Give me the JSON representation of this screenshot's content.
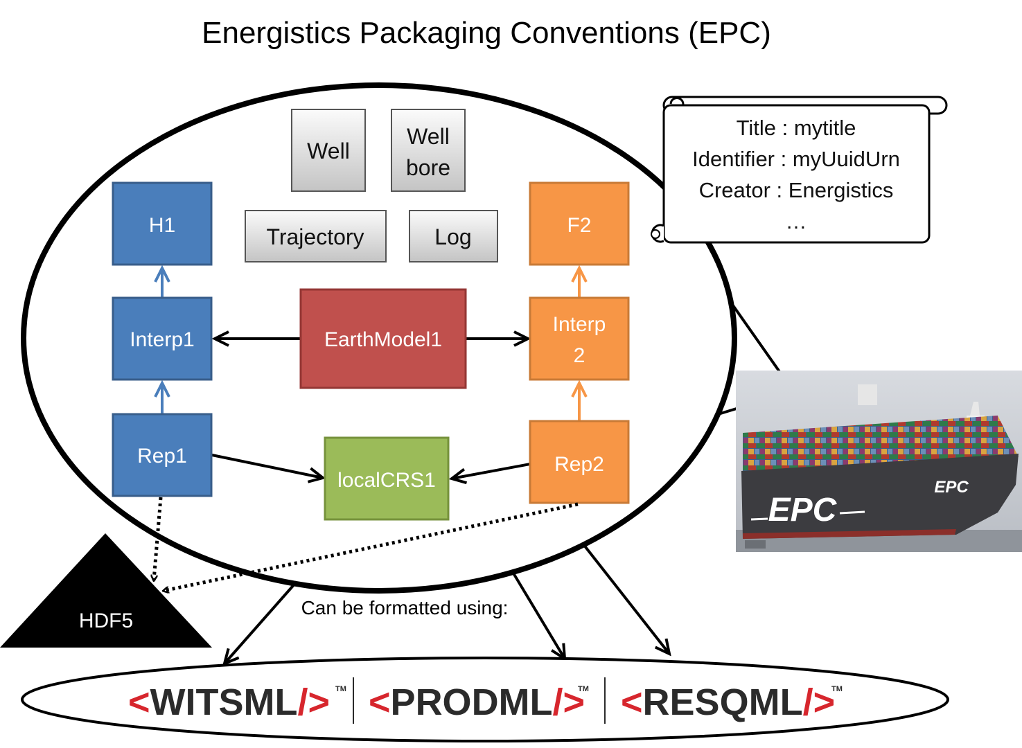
{
  "title": "Energistics Packaging Conventions (EPC)",
  "gray_boxes": {
    "well": "Well",
    "wellbore_line1": "Well",
    "wellbore_line2": "bore",
    "trajectory": "Trajectory",
    "log": "Log"
  },
  "blue_boxes": {
    "h1": "H1",
    "interp1": "Interp1",
    "rep1": "Rep1"
  },
  "orange_boxes": {
    "f2": "F2",
    "interp2_line1": "Interp",
    "interp2_line2": "2",
    "rep2": "Rep2"
  },
  "earth_model": "EarthModel1",
  "local_crs": "localCRS1",
  "hdf5": "HDF5",
  "format_note": "Can be formatted using:",
  "metadata": {
    "title_line": "Title : mytitle",
    "identifier_line": "Identifier : myUuidUrn",
    "creator_line": "Creator : Energistics",
    "ellipsis": "…"
  },
  "ship": {
    "hull_label": "EPC",
    "bow_label": "EPC"
  },
  "standards": [
    {
      "name": "WITSML",
      "tm": "TM"
    },
    {
      "name": "PRODML",
      "tm": "TM"
    },
    {
      "name": "RESQML",
      "tm": "TM"
    }
  ],
  "colors": {
    "blue": "#4a7ebb",
    "orange": "#f79646",
    "red": "#c0504d",
    "green": "#9bbb59",
    "brand_red": "#d7262d",
    "brand_dark": "#2b2b2b"
  }
}
